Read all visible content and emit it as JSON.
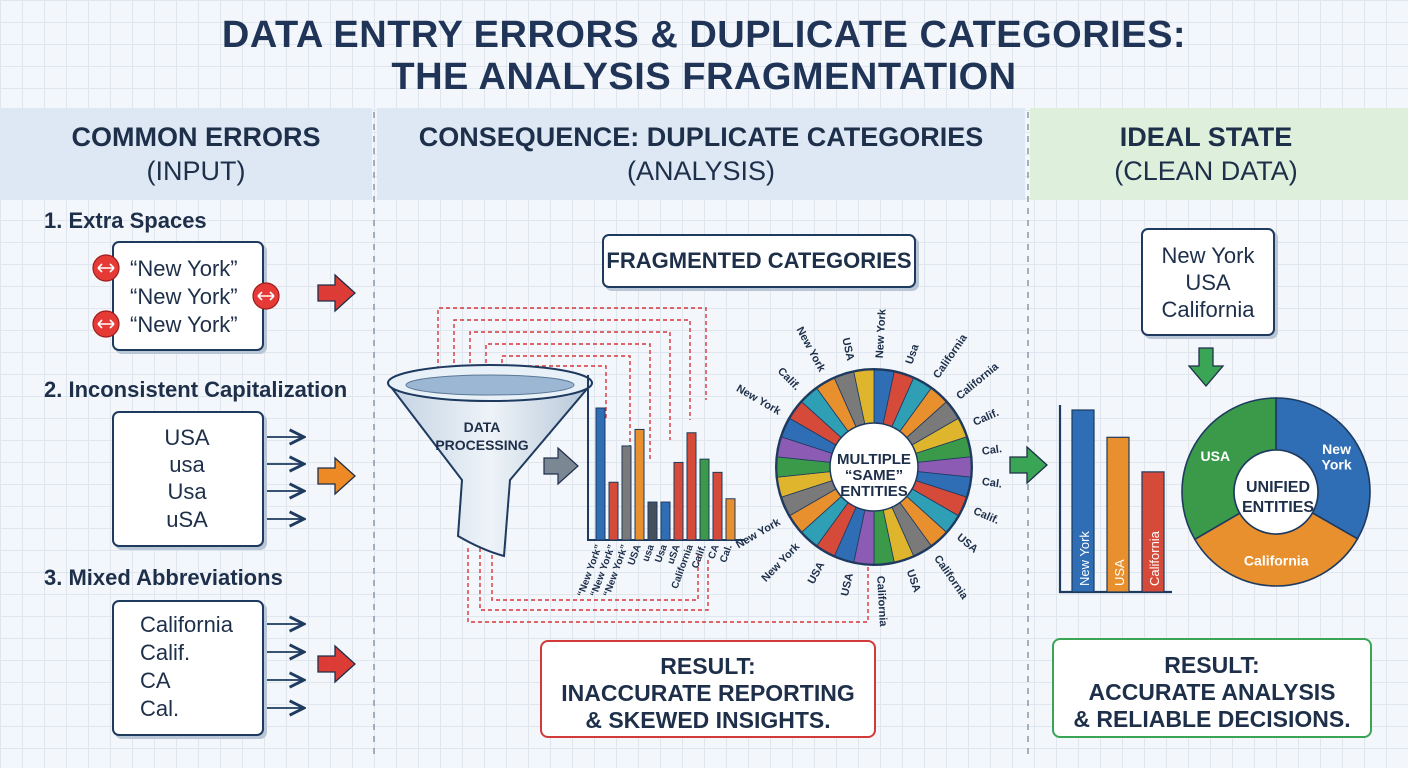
{
  "title": {
    "line1": "DATA ENTRY ERRORS & DUPLICATE CATEGORIES:",
    "line2": "THE ANALYSIS FRAGMENTATION"
  },
  "columns": {
    "errors": {
      "title": "COMMON ERRORS",
      "subtitle": "(INPUT)"
    },
    "consequence": {
      "title": "CONSEQUENCE: DUPLICATE CATEGORIES",
      "subtitle": "(ANALYSIS)"
    },
    "ideal": {
      "title": "IDEAL STATE",
      "subtitle": "(CLEAN DATA)"
    }
  },
  "errors": [
    {
      "label": "1. Extra Spaces",
      "values": [
        "“New York”",
        "“New York”",
        "“New York”"
      ]
    },
    {
      "label": "2. Inconsistent Capitalization",
      "values": [
        "USA",
        "usa",
        "Usa",
        "uSA"
      ]
    },
    {
      "label": "3. Mixed Abbreviations",
      "values": [
        "California",
        "Calif.",
        "CA",
        "Cal."
      ]
    }
  ],
  "consequence": {
    "fragmented_label": "FRAGMENTED CATEGORIES",
    "funnel_label": "DATA PROCESSING",
    "pie_center": "MULTIPLE “SAME” ENTITIES",
    "result": {
      "line1": "RESULT:",
      "line2": "INACCURATE REPORTING",
      "line3": "& SKEWED INSIGHTS."
    }
  },
  "ideal": {
    "clean_values": [
      "New York",
      "USA",
      "California"
    ],
    "donut_center": "UNIFIED ENTITIES",
    "result": {
      "line1": "RESULT:",
      "line2": "ACCURATE ANALYSIS",
      "line3": "& RELIABLE DECISIONS."
    }
  },
  "chart_data": [
    {
      "type": "bar",
      "categories": [
        "“New York”",
        "“New York”",
        "“New York”",
        "USA",
        "usa",
        "Usa",
        "uSA",
        "California",
        "Calif.",
        "CA",
        "Cal."
      ],
      "values": [
        8,
        3.5,
        5.7,
        6.7,
        2.3,
        2.3,
        4.7,
        6.5,
        4.9,
        4.1,
        2.5
      ],
      "colors": [
        "#2f6db5",
        "#d64a3a",
        "#7a7a7a",
        "#e8902e",
        "#45505c",
        "#2f6db5",
        "#d64a3a",
        "#d64a3a",
        "#3a9a4a",
        "#d64a3a",
        "#e8902e"
      ]
    },
    {
      "type": "pie",
      "labels": [
        "New York",
        "Calif.",
        "New York",
        "USA",
        "New York",
        "Usa",
        "California",
        "California",
        "Calif.",
        "Cal.",
        "Cal.",
        "Calif.",
        "USA",
        "California",
        "USA",
        "California",
        "USA",
        "USA",
        "New York",
        "New York"
      ],
      "center_label": "MULTIPLE “SAME” ENTITIES"
    },
    {
      "type": "bar",
      "categories": [
        "New York",
        "USA",
        "California"
      ],
      "values": [
        10,
        8.5,
        6.6
      ],
      "colors": [
        "#2f6db5",
        "#e8902e",
        "#d64a3a"
      ]
    },
    {
      "type": "pie",
      "labels": [
        "New York",
        "California",
        "USA"
      ],
      "values": [
        33.3,
        33.3,
        33.4
      ],
      "colors": [
        "#2f6db5",
        "#e8902e",
        "#3a9a4a"
      ],
      "center_label": "UNIFIED ENTITIES"
    }
  ]
}
